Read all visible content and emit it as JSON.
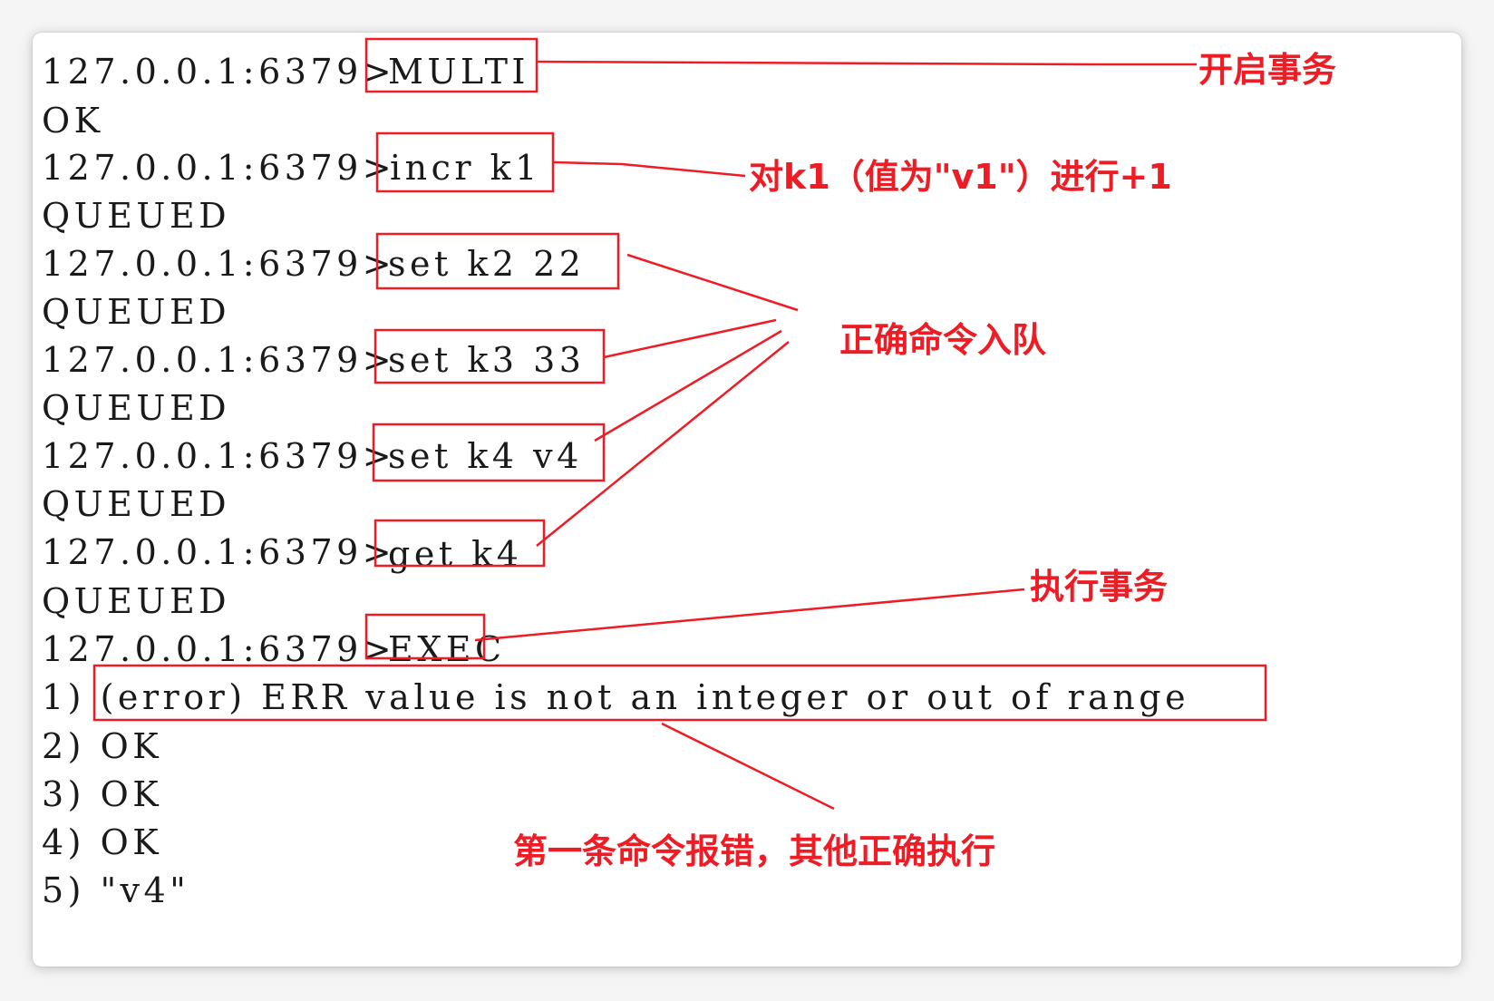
{
  "terminal": {
    "prompt": "127.0.0.1:6379>",
    "commands": {
      "multi": "MULTI",
      "incr": "incr k1",
      "set_k2": "set k2 22",
      "set_k3": "set k3 33",
      "set_k4": "set k4 v4",
      "get_k4": "get k4",
      "exec": "EXEC"
    },
    "responses": {
      "ok": "OK",
      "queued": "QUEUED"
    },
    "exec_results": [
      "1) (error) ERR value is not an integer or out of range",
      "2) OK",
      "3) OK",
      "4) OK",
      "5) \"v4\""
    ]
  },
  "annotations": {
    "start_transaction": "开启事务",
    "incr_note": "对k1（值为\"v1\"）进行+1",
    "queued_note": "正确命令入队",
    "exec_note": "执行事务",
    "error_note": "第一条命令报错，其他正确执行"
  },
  "colors": {
    "annotation_red": "#ee1c25",
    "terminal_text": "#1a1a1a",
    "background": "#ffffff"
  }
}
